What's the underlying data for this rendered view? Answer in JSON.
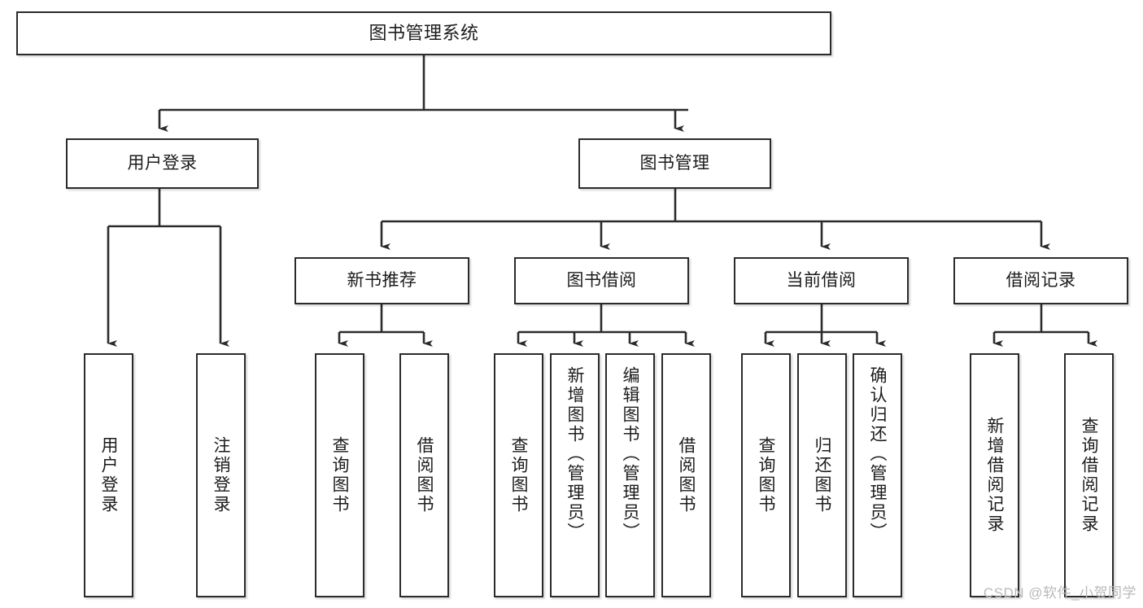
{
  "diagram": {
    "type": "tree-hierarchy-chart",
    "title": "图书管理系统",
    "line_color": "#2b2b2b",
    "box_fill": "#ffffff",
    "text_color": "#1c1c1c",
    "levels": [
      {
        "level": 1,
        "nodes": [
          {
            "id": "root",
            "label": "图书管理系统",
            "orientation": "horizontal"
          }
        ]
      },
      {
        "level": 2,
        "nodes": [
          {
            "id": "login",
            "label": "用户登录",
            "orientation": "horizontal",
            "parent": "root"
          },
          {
            "id": "bookmgmt",
            "label": "图书管理",
            "orientation": "horizontal",
            "parent": "root"
          }
        ]
      },
      {
        "level": 3,
        "nodes": [
          {
            "id": "newbook",
            "label": "新书推荐",
            "orientation": "horizontal",
            "parent": "bookmgmt"
          },
          {
            "id": "borrow",
            "label": "图书借阅",
            "orientation": "horizontal",
            "parent": "bookmgmt"
          },
          {
            "id": "current",
            "label": "当前借阅",
            "orientation": "horizontal",
            "parent": "bookmgmt"
          },
          {
            "id": "record",
            "label": "借阅记录",
            "orientation": "horizontal",
            "parent": "bookmgmt"
          }
        ]
      },
      {
        "level": 4,
        "nodes": [
          {
            "id": "leaf1",
            "label": "用户登录",
            "orientation": "vertical",
            "parent": "login"
          },
          {
            "id": "leaf2",
            "label": "注销登录",
            "orientation": "vertical",
            "parent": "login"
          },
          {
            "id": "leaf3",
            "label": "查询图书",
            "orientation": "vertical",
            "parent": "newbook"
          },
          {
            "id": "leaf4",
            "label": "借阅图书",
            "orientation": "vertical",
            "parent": "newbook"
          },
          {
            "id": "leaf5",
            "label": "查询图书",
            "orientation": "vertical",
            "parent": "borrow"
          },
          {
            "id": "leaf6",
            "label": "新增图书（管理员）",
            "orientation": "vertical",
            "parent": "borrow"
          },
          {
            "id": "leaf7",
            "label": "编辑图书（管理员）",
            "orientation": "vertical",
            "parent": "borrow"
          },
          {
            "id": "leaf8",
            "label": "借阅图书",
            "orientation": "vertical",
            "parent": "borrow"
          },
          {
            "id": "leaf9",
            "label": "查询图书",
            "orientation": "vertical",
            "parent": "current"
          },
          {
            "id": "leaf10",
            "label": "归还图书",
            "orientation": "vertical",
            "parent": "current"
          },
          {
            "id": "leaf11",
            "label": "确认归还（管理员）",
            "orientation": "vertical",
            "parent": "current"
          },
          {
            "id": "leaf12",
            "label": "新增借阅记录",
            "orientation": "vertical",
            "parent": "record"
          },
          {
            "id": "leaf13",
            "label": "查询借阅记录",
            "orientation": "vertical",
            "parent": "record"
          }
        ]
      }
    ]
  },
  "watermark": {
    "text": "CSDN @软件_小贺同学"
  }
}
